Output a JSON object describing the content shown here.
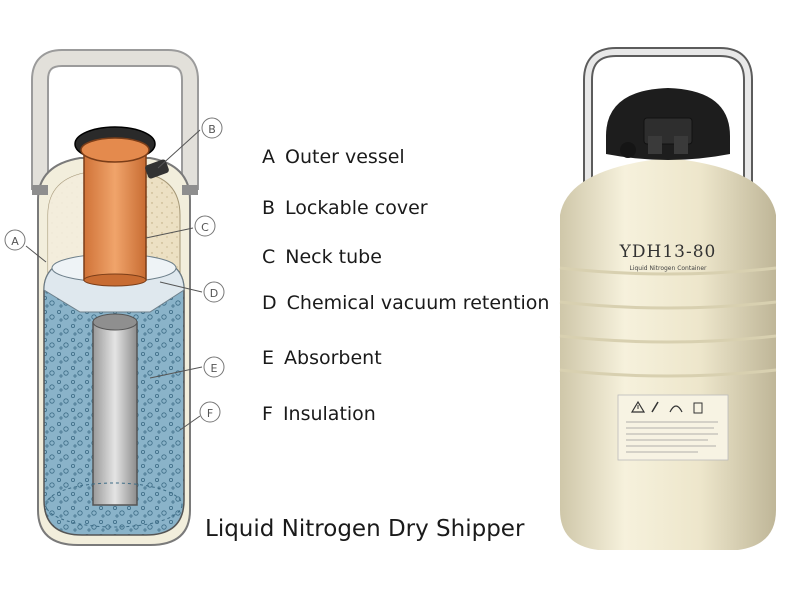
{
  "diagram": {
    "callouts": [
      "A",
      "B",
      "C",
      "D",
      "E",
      "F"
    ]
  },
  "legend": {
    "items": [
      {
        "letter": "A",
        "text": "Outer vessel"
      },
      {
        "letter": "B",
        "text": "Lockable cover"
      },
      {
        "letter": "C",
        "text": "Neck tube"
      },
      {
        "letter": "D",
        "text": "Chemical vacuum retention"
      },
      {
        "letter": "E",
        "text": "Absorbent"
      },
      {
        "letter": "F",
        "text": "Insulation"
      }
    ]
  },
  "caption": "Liquid Nitrogen Dry Shipper",
  "product": {
    "model_label": "YDH13-80",
    "sub_label": "Liquid Nitrogen Container"
  },
  "colors": {
    "shell": "#f2eedc",
    "shell_outline": "#7a7a7a",
    "insulation": "#e9dcc0",
    "absorbent": "#8ab3c9",
    "neck_tube": "#e48a4d",
    "handle": "#e2e0da",
    "photo_body": "#efe8cf",
    "photo_lid": "#1d1d1d"
  }
}
